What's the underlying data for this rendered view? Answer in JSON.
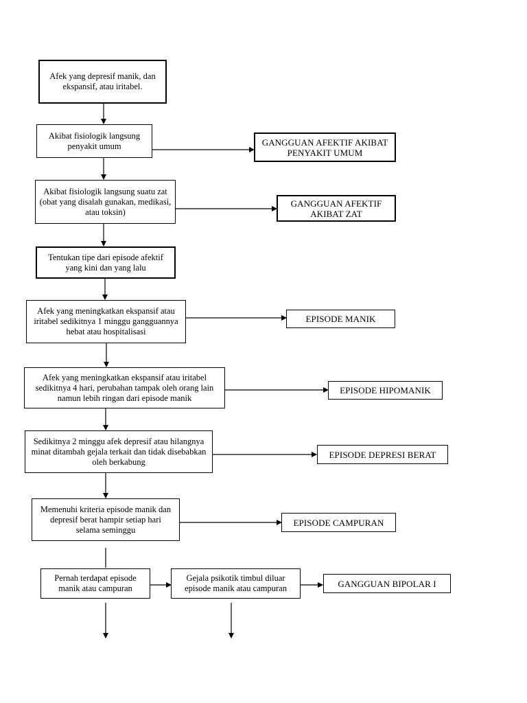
{
  "nodes": {
    "afek_depresif": "Afek yang depresif manik, dan ekspansif, atau iritabel.",
    "akibat_fisiologik_umum": "Akibat fisiologik langsung penyakit umum",
    "gangguan_afektif_umum": "GANGGUAN AFEKTIF AKIBAT PENYAKIT UMUM",
    "akibat_fisiologik_zat": "Akibat fisiologik langsung suatu zat (obat yang disalah gunakan, medikasi, atau toksin)",
    "gangguan_afektif_zat": "GANGGUAN AFEKTIF AKIBAT ZAT",
    "tentukan_tipe": "Tentukan tipe dari episode afektif yang kini dan yang lalu",
    "afek_meningkatkan_1": "Afek yang meningkatkan ekspansif atau iritabel sedikitnya 1 minggu gangguannya hebat atau hospitalisasi",
    "episode_manik": "EPISODE MANIK",
    "afek_meningkatkan_4": "Afek yang meningkatkan ekspansif atau iritabel sedikitnya 4 hari, perubahan tampak oleh orang lain namun lebih ringan dari episode manik",
    "episode_hipomanik": "EPISODE HIPOMANIK",
    "sedikitnya_2_minggu": "Sedikitnya 2 minggu afek depresif atau hilangnya minat ditambah gejala terkait dan tidak disebabkan oleh berkabung",
    "episode_depresi_berat": "EPISODE DEPRESI BERAT",
    "memenuhi_kriteria": "Memenuhi kriteria episode manik dan depresif berat hampir setiap hari selama seminggu",
    "episode_campuran": "EPISODE CAMPURAN",
    "pernah_terdapat": "Pernah terdapat episode manik atau campuran",
    "gejala_psikotik": "Gejala psikotik timbul diluar episode manik atau campuran",
    "gangguan_bipolar": "GANGGUAN BIPOLAR I"
  }
}
